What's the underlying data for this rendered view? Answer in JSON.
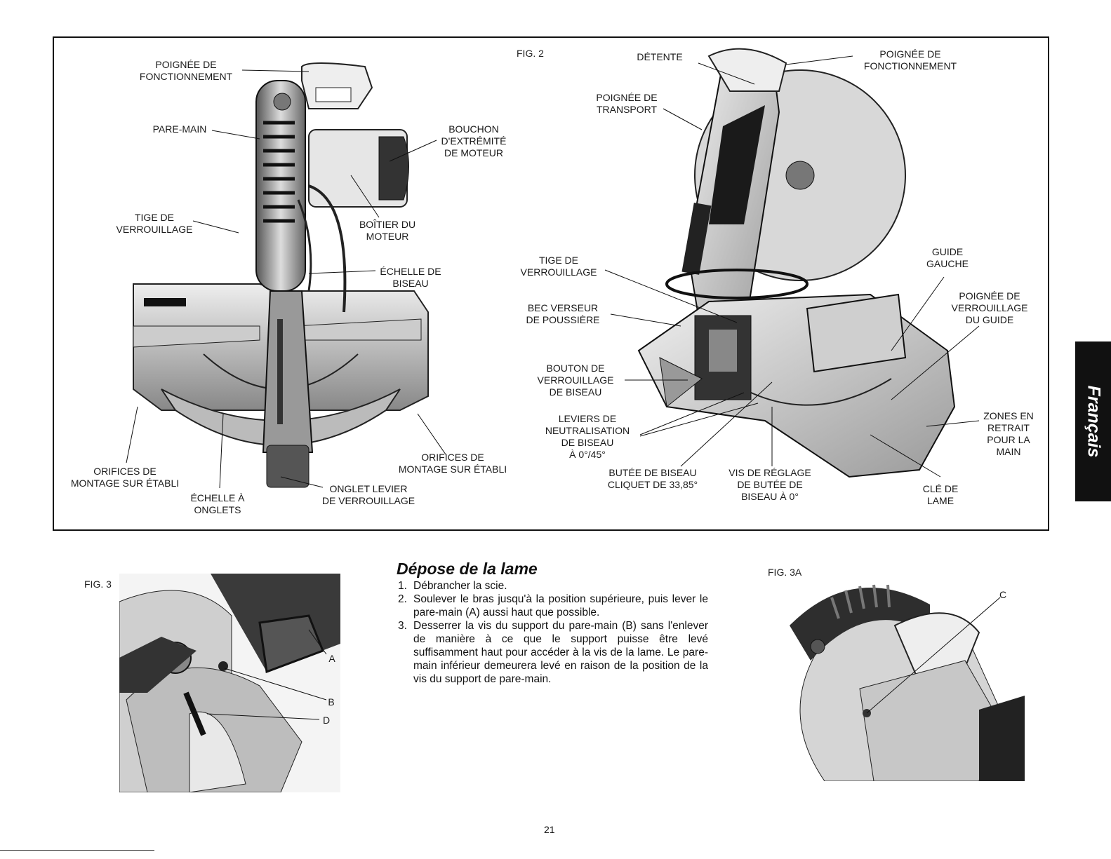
{
  "lang_tab": "Français",
  "fig2": {
    "label": "FIG. 2",
    "left_labels": {
      "poignee_fonctionnement": "POIGNÉE DE\nFONCTIONNEMENT",
      "pare_main": "PARE-MAIN",
      "bouchon": "BOUCHON\nD'EXTRÉMITÉ\nDE MOTEUR",
      "tige": "TIGE DE\nVERROUILLAGE",
      "boitier": "BOÎTIER DU\nMOTEUR",
      "echelle_biseau": "ÉCHELLE DE\nBISEAU",
      "orifices_left": "ORIFICES DE\nMONTAGE SUR ÉTABLI",
      "orifices_right": "ORIFICES DE\nMONTAGE SUR ÉTABLI",
      "echelle_onglets": "ÉCHELLE À\nONGLETS",
      "onglet_levier": "ONGLET LEVIER\nDE VERROUILLAGE"
    },
    "right_labels": {
      "detente": "DÉTENTE",
      "poignee_fonctionnement": "POIGNÉE DE\nFONCTIONNEMENT",
      "poignee_transport": "POIGNÉE DE\nTRANSPORT",
      "tige": "TIGE DE\nVERROUILLAGE",
      "guide_gauche": "GUIDE\nGAUCHE",
      "poignee_verrouillage_guide": "POIGNÉE DE\nVERROUILLAGE\nDU GUIDE",
      "bec_verseur": "BEC VERSEUR\nDE POUSSIÈRE",
      "bouton_verrouillage": "BOUTON DE\nVERROUILLAGE\nDE BISEAU",
      "leviers": "LEVIERS DE\nNEUTRALISATION\nDE BISEAU\nÀ 0°/45°",
      "zones_retrait": "ZONES EN\nRETRAIT\nPOUR LA\nMAIN",
      "butee": "BUTÉE DE BISEAU\nCLIQUET DE 33,85°",
      "vis_reglage": "VIS DE RÉGLAGE\nDE BUTÉE DE\nBISEAU À 0°",
      "cle": "CLÉ DE\nLAME"
    }
  },
  "fig3": {
    "label": "FIG. 3",
    "callouts": [
      "A",
      "B",
      "D"
    ]
  },
  "fig3a": {
    "label": "FIG. 3A",
    "callout": "C"
  },
  "section": {
    "title": "Dépose de la lame",
    "steps": [
      {
        "num": "1.",
        "text": "Débrancher la scie."
      },
      {
        "num": "2.",
        "text": "Soulever le bras jusqu'à la position supérieure, puis lever le pare-main (A) aussi haut que possible."
      },
      {
        "num": "3.",
        "text": "Desserrer la vis du support du pare-main (B) sans l'enlever de manière à ce que le support puisse être levé suffisamment haut pour accéder à la vis de la lame. Le pare-main inférieur demeurera levé en raison de la position de la vis du support de pare-main."
      }
    ]
  },
  "page_number": "21"
}
